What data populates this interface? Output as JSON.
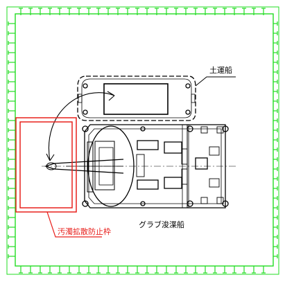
{
  "labels": {
    "barge": "土運船",
    "dredger": "グラブ浚渫船",
    "silt_frame": "汚濁拡散防止枠"
  },
  "colors": {
    "fence": "#22dd22",
    "silt_frame": "#e8201c",
    "drawing": "#000000",
    "background": "#ffffff"
  }
}
